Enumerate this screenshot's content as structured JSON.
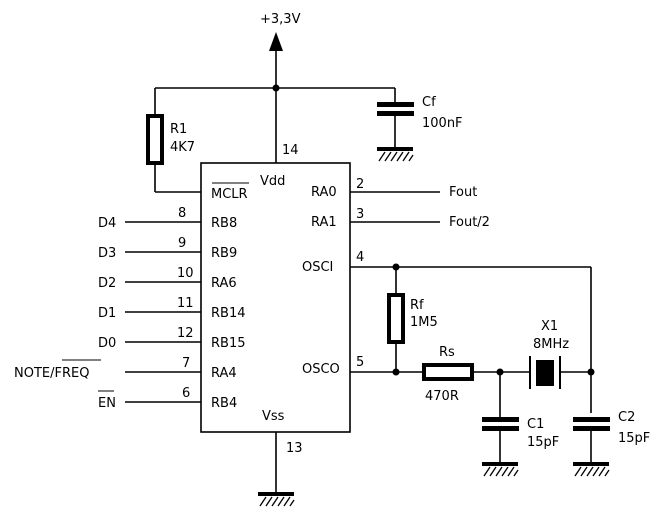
{
  "diagram": {
    "type": "schematic",
    "supply": {
      "label": "+3,3V"
    },
    "ic": {
      "pins": {
        "vdd": {
          "name": "Vdd",
          "number": "14"
        },
        "vss": {
          "name": "Vss",
          "number": "13"
        },
        "mclr": {
          "name": "MCLR",
          "overline": true
        },
        "ra0": {
          "name": "RA0",
          "number": "2",
          "net": "Fout"
        },
        "ra1": {
          "name": "RA1",
          "number": "3",
          "net": "Fout/2"
        },
        "osci": {
          "name": "OSCI",
          "number": "4"
        },
        "osco": {
          "name": "OSCO",
          "number": "5"
        }
      },
      "left_pins": [
        {
          "name": "RB8",
          "number": "8",
          "net": "D4"
        },
        {
          "name": "RB9",
          "number": "9",
          "net": "D3"
        },
        {
          "name": "RA6",
          "number": "10",
          "net": "D2"
        },
        {
          "name": "RB14",
          "number": "11",
          "net": "D1"
        },
        {
          "name": "RB15",
          "number": "12",
          "net": "D0"
        },
        {
          "name": "RA4",
          "number": "7",
          "net_prefix": "NOTE/",
          "net_overline": "FREQ"
        },
        {
          "name": "RB4",
          "number": "6",
          "net_overline": "EN"
        }
      ]
    },
    "components": {
      "r1": {
        "ref": "R1",
        "value": "4K7"
      },
      "cf": {
        "ref": "Cf",
        "value": "100nF"
      },
      "rf": {
        "ref": "Rf",
        "value": "1M5"
      },
      "rs": {
        "ref": "Rs",
        "value": "470R"
      },
      "x1": {
        "ref": "X1",
        "value": "8MHz"
      },
      "c1": {
        "ref": "C1",
        "value": "15pF"
      },
      "c2": {
        "ref": "C2",
        "value": "15pF"
      }
    }
  }
}
